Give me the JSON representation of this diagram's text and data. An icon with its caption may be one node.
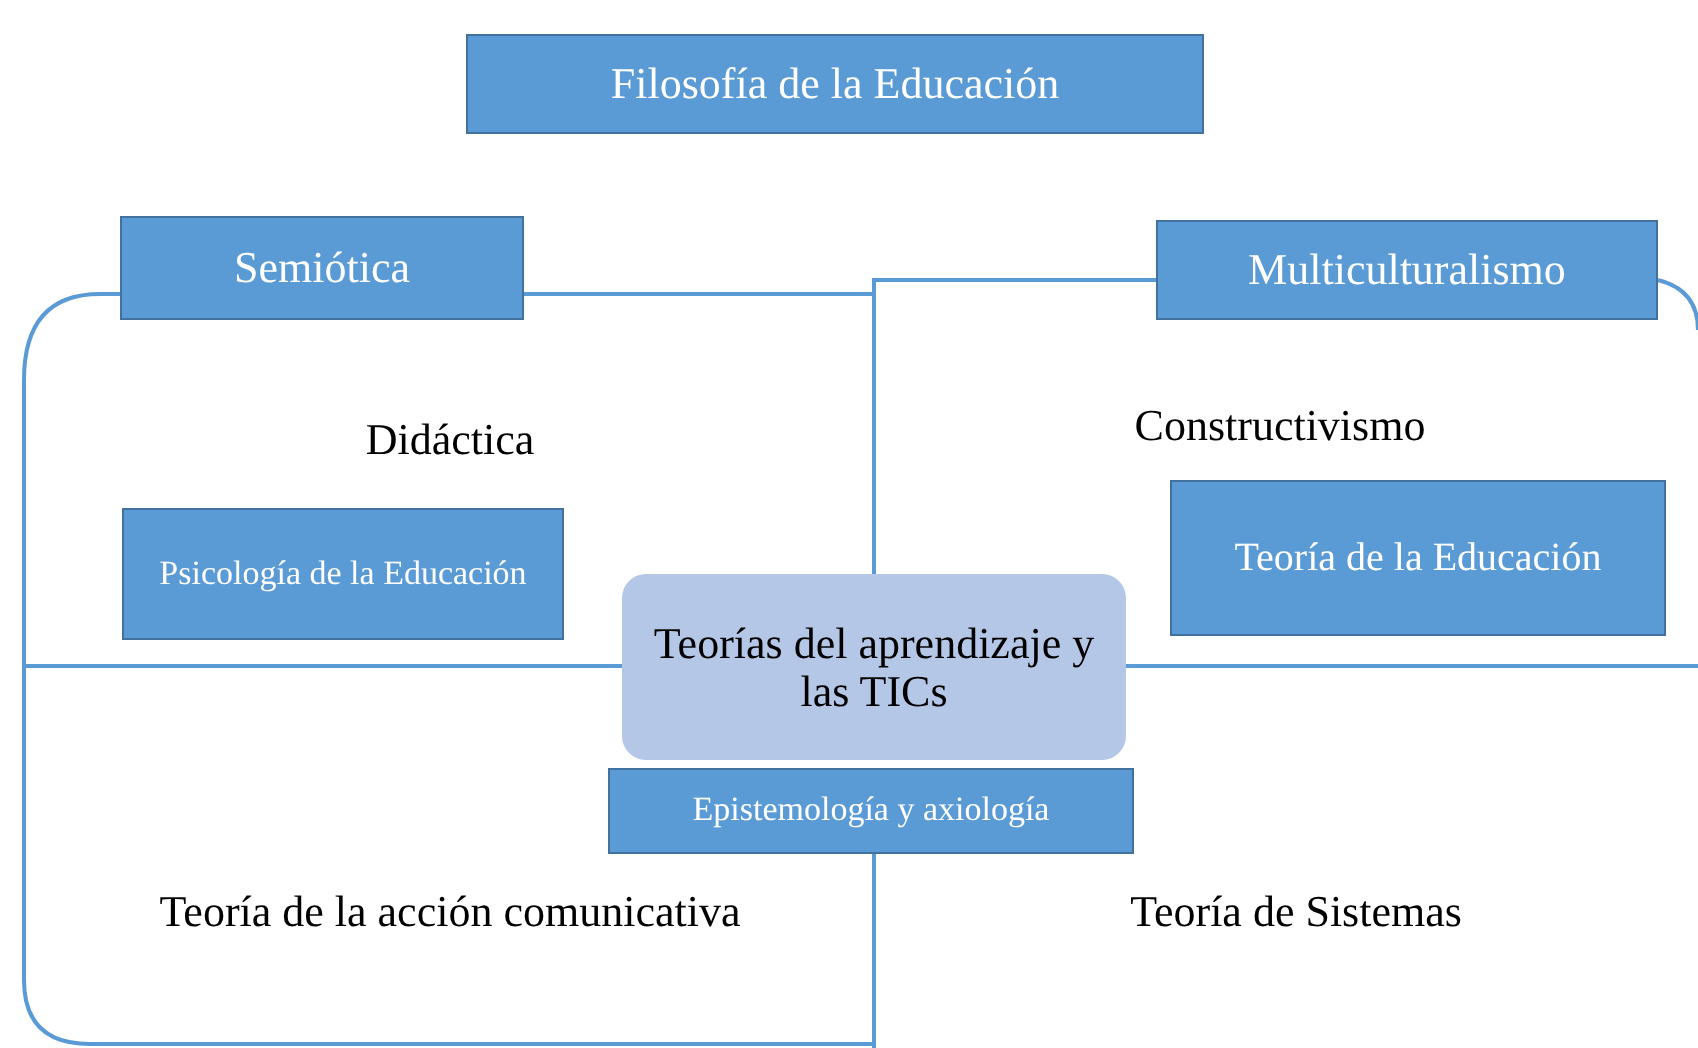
{
  "diagram": {
    "nodes": [
      {
        "text": [
          "Filosofía de la Educación"
        ]
      },
      {
        "text": [
          "Semiótica"
        ]
      },
      {
        "text": [
          "Multiculturalismo"
        ]
      },
      {
        "text": [
          "Psicología de la Educación"
        ]
      },
      {
        "text": [
          "Teoría de la Educación"
        ]
      },
      {
        "text": [
          "Teorías del aprendizaje y las TICs"
        ]
      },
      {
        "text": [
          "Epistemología y axiología"
        ]
      }
    ],
    "edges": [],
    "labels": [
      "Didáctica",
      "Constructivismo",
      "Teoría de la acción comunicativa",
      "Teoría de Sistemas"
    ]
  }
}
